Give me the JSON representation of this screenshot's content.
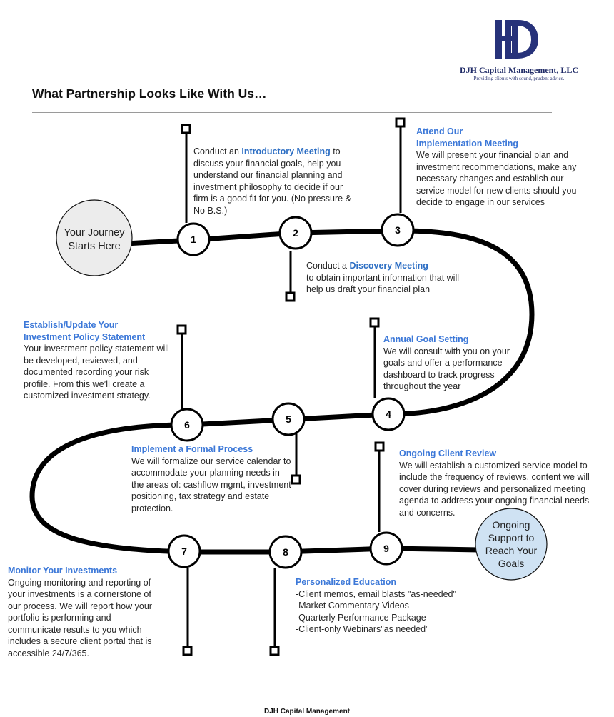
{
  "header": {
    "company_name": "DJH Capital Management, LLC",
    "tagline": "Providing clients with sound, prudent advice.",
    "title": "What Partnership Looks Like With Us…",
    "logo_letters": "DJH",
    "logo_color": "#27327a"
  },
  "start": {
    "line1": "Your Journey",
    "line2": "Starts Here"
  },
  "end": {
    "line1": "Ongoing",
    "line2": "Support to",
    "line3": "Reach Your",
    "line4": "Goals"
  },
  "steps": [
    {
      "number": "1",
      "pre": "Conduct an ",
      "heading": "Introductory Meeting",
      "body": " to discuss your financial goals, help you understand our financial planning and investment philosophy to decide if our firm is a good fit for you.  (No pressure & No B.S.)"
    },
    {
      "number": "2",
      "pre": "Conduct a ",
      "heading": "Discovery Meeting",
      "body": "to obtain important information that will help us draft your financial plan"
    },
    {
      "number": "3",
      "heading_line1": "Attend Our",
      "heading_line2": "Implementation Meeting",
      "body": "We will present your financial plan and investment recommendations, make any necessary changes and establish our service model for new clients should you decide to engage in our services"
    },
    {
      "number": "4",
      "heading": "Annual Goal Setting",
      "body": "We will consult with you on your goals and offer a performance dashboard to track progress throughout the year"
    },
    {
      "number": "5",
      "heading": "Implement a Formal Process",
      "body": "We will formalize our service calendar to accommodate your planning needs in the areas of: cashflow mgmt, investment positioning, tax strategy and estate protection."
    },
    {
      "number": "6",
      "heading_line1": "Establish/Update Your",
      "heading_line2": "Investment Policy Statement",
      "body": "Your investment policy statement will be developed, reviewed, and documented recording your risk profile.  From this we’ll create a customized investment strategy."
    },
    {
      "number": "7",
      "heading": "Monitor Your Investments",
      "body": "Ongoing monitoring and reporting of your investments is a cornerstone of our process. We will report how your portfolio is performing and communicate results to you which includes a secure client portal that is accessible 24/7/365."
    },
    {
      "number": "8",
      "heading": "Personalized Education",
      "items": [
        "-Client memos, email blasts \"as-needed\"",
        "-Market Commentary Videos",
        "-Quarterly Performance Package",
        "-Client-only Webinars\"as needed\""
      ]
    },
    {
      "number": "9",
      "heading": "Ongoing Client Review",
      "body": "We will establish a customized service model to include the frequency of reviews, content we will cover during reviews and personalized meeting agenda to address your ongoing financial needs and concerns."
    }
  ],
  "footer": "DJH Capital Management",
  "colors": {
    "heading_blue": "#3c78d8",
    "end_circle_fill": "#cfe2f3",
    "start_circle_fill": "#ececec"
  }
}
